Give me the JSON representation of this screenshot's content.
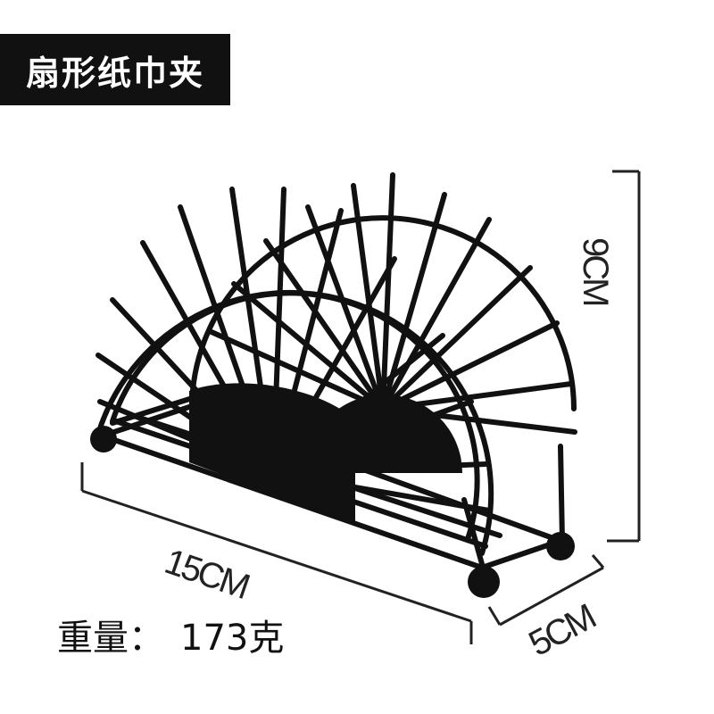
{
  "title": "扇形纸巾夹",
  "dimensions": {
    "width": "15CM",
    "depth": "5CM",
    "height": "9CM"
  },
  "weight": {
    "label": "重量：",
    "value": "173克"
  },
  "colors": {
    "banner": "#111111",
    "product": "#111111",
    "dimension_lines": "#222222"
  }
}
